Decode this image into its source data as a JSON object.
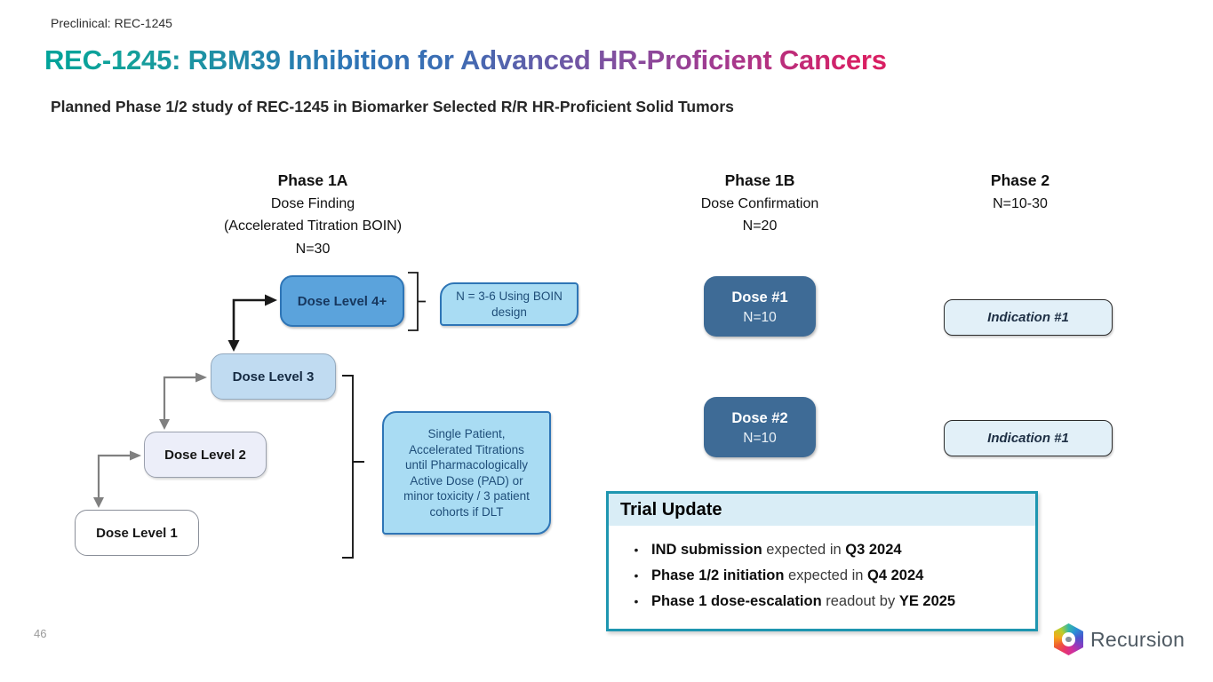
{
  "slide": {
    "eyebrow": "Preclinical: REC-1245",
    "title": "REC-1245: RBM39 Inhibition for Advanced HR-Proficient Cancers",
    "subtitle": "Planned Phase 1/2 study of REC-1245 in Biomarker Selected R/R HR-Proficient Solid Tumors",
    "page_number": "46"
  },
  "columns": {
    "phase1a": {
      "title": "Phase 1A",
      "line1": "Dose Finding",
      "line2": "(Accelerated Titration BOIN)",
      "line3": "N=30"
    },
    "phase1b": {
      "title": "Phase 1B",
      "line1": "Dose Confirmation",
      "line2": "N=20"
    },
    "phase2": {
      "title": "Phase 2",
      "line1": "N=10-30"
    }
  },
  "dose_levels": {
    "level4": "Dose Level 4+",
    "level3": "Dose Level 3",
    "level2": "Dose Level 2",
    "level1": "Dose Level 1"
  },
  "callouts": {
    "boin": "N = 3-6 Using BOIN design",
    "single_patient": "Single Patient, Accelerated Titrations until Pharmacologically Active Dose (PAD) or minor toxicity / 3 patient cohorts if DLT"
  },
  "phase1b_boxes": {
    "box1": {
      "title": "Dose #1",
      "n": "N=10"
    },
    "box2": {
      "title": "Dose #2",
      "n": "N=10"
    }
  },
  "phase2_boxes": {
    "box1": "Indication #1",
    "box2": "Indication #1"
  },
  "trial_update": {
    "title": "Trial Update",
    "bullets": [
      {
        "bold1": "IND submission",
        "mid": " expected in ",
        "bold2": "Q3 2024"
      },
      {
        "bold1": "Phase 1/2 initiation",
        "mid": " expected in ",
        "bold2": "Q4 2024"
      },
      {
        "bold1": "Phase 1 dose-escalation",
        "mid": " readout by ",
        "bold2": "YE 2025"
      }
    ]
  },
  "logo": {
    "text": "Recursion"
  },
  "colors": {
    "accent_teal": "#1e96b0",
    "dose_dark_blue": "#3e6b96",
    "dose_medium_blue": "#5ba3dc",
    "dose_light_blue": "#c0dbf1",
    "callout_blue": "#a9dcf3",
    "indication_blue": "#e2f0f8",
    "title_gradient_start": "#00a39a",
    "title_gradient_end": "#d91f63"
  }
}
